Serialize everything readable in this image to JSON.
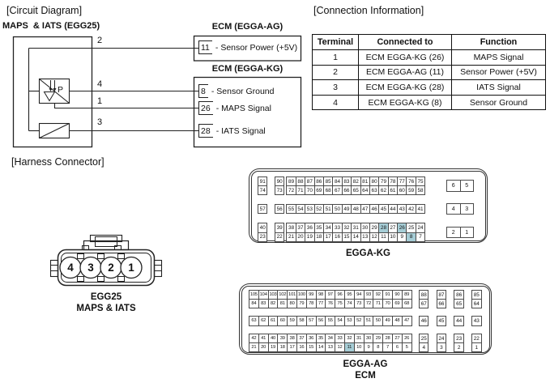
{
  "sections": {
    "circuit_diagram_label": "[Circuit Diagram]",
    "connection_info_label": "[Connection Information]",
    "harness_connector_label": "[Harness Connector]"
  },
  "circuit": {
    "component_title": "MAPS  & IATS (EGG25)",
    "sensor_symbol_letter": "P",
    "wire_labels": [
      "2",
      "4",
      "1",
      "3"
    ],
    "ecm_ag": {
      "title": "ECM (EGGA-AG)",
      "pins": [
        {
          "num": "11",
          "desc": "- Sensor Power (+5V)"
        }
      ]
    },
    "ecm_kg": {
      "title": "ECM (EGGA-KG)",
      "pins": [
        {
          "num": "8",
          "desc": "- Sensor Ground"
        },
        {
          "num": "26",
          "desc": "- MAPS Signal"
        },
        {
          "num": "28",
          "desc": "- IATS Signal"
        }
      ]
    }
  },
  "connection_table": {
    "headers": [
      "Terminal",
      "Connected to",
      "Function"
    ],
    "rows": [
      [
        "1",
        "ECM EGGA-KG (26)",
        "MAPS Signal"
      ],
      [
        "2",
        "ECM EGGA-AG (11)",
        "Sensor Power (+5V)"
      ],
      [
        "3",
        "ECM EGGA-KG (28)",
        "IATS Signal"
      ],
      [
        "4",
        "ECM EGGA-KG (8)",
        "Sensor Ground"
      ]
    ]
  },
  "egg25": {
    "name": "EGG25",
    "subtitle": "MAPS & IATS",
    "pins": [
      "4",
      "3",
      "2",
      "1"
    ]
  },
  "egga_kg": {
    "label": "EGGA-KG",
    "highlight_color": "#a6cdd6",
    "highlighted": [
      "28",
      "26",
      "8"
    ],
    "groups": [
      {
        "singles": [
          [
            "91",
            "74"
          ],
          [
            "90",
            "73"
          ]
        ],
        "block": [
          [
            "89",
            "88",
            "87",
            "86",
            "85",
            "84",
            "83",
            "82",
            "81",
            "80",
            "79",
            "78",
            "77",
            "76",
            "75"
          ],
          [
            "72",
            "71",
            "70",
            "69",
            "68",
            "67",
            "66",
            "65",
            "64",
            "63",
            "62",
            "61",
            "60",
            "59",
            "58"
          ]
        ],
        "right": [
          [
            "6",
            "5"
          ]
        ]
      },
      {
        "singles": [
          [
            "57"
          ],
          [
            "56"
          ]
        ],
        "block": [
          [
            "55",
            "54",
            "53",
            "52",
            "51",
            "50",
            "49",
            "48",
            "47",
            "46",
            "45",
            "44",
            "43",
            "42",
            "41"
          ]
        ],
        "right": [
          [
            "4",
            "3"
          ]
        ]
      },
      {
        "singles": [
          [
            "40",
            "23"
          ],
          [
            "39",
            "22"
          ]
        ],
        "block": [
          [
            "38",
            "37",
            "36",
            "35",
            "34",
            "33",
            "32",
            "31",
            "30",
            "29",
            "28",
            "27",
            "26",
            "25",
            "24"
          ],
          [
            "21",
            "20",
            "19",
            "18",
            "17",
            "16",
            "15",
            "14",
            "13",
            "12",
            "11",
            "10",
            "9",
            "8",
            "7"
          ]
        ],
        "right": [
          [
            "2",
            "1"
          ]
        ]
      }
    ]
  },
  "egga_ag": {
    "label": "EGGA-AG",
    "sublabel": "ECM",
    "highlight_color": "#a6cdd6",
    "highlighted": [
      "11"
    ],
    "groups": [
      {
        "block": [
          [
            "105",
            "104",
            "103",
            "102",
            "101",
            "100",
            "99",
            "98",
            "97",
            "96",
            "95",
            "94",
            "93",
            "92",
            "91",
            "90",
            "89"
          ],
          [
            "84",
            "83",
            "82",
            "81",
            "80",
            "79",
            "78",
            "77",
            "76",
            "75",
            "74",
            "73",
            "72",
            "71",
            "70",
            "69",
            "68"
          ]
        ],
        "singles": [
          [
            "88",
            "67"
          ],
          [
            "87",
            "66"
          ],
          [
            "86",
            "65"
          ],
          [
            "85",
            "64"
          ]
        ]
      },
      {
        "block": [
          [
            "63",
            "62",
            "61",
            "60",
            "59",
            "58",
            "57",
            "56",
            "55",
            "54",
            "53",
            "52",
            "51",
            "50",
            "49",
            "48",
            "47"
          ]
        ],
        "singles": [
          [
            "46"
          ],
          [
            "45"
          ],
          [
            "44"
          ],
          [
            "43"
          ]
        ]
      },
      {
        "block": [
          [
            "42",
            "41",
            "40",
            "39",
            "38",
            "37",
            "36",
            "35",
            "34",
            "33",
            "32",
            "31",
            "30",
            "29",
            "28",
            "27",
            "26"
          ],
          [
            "21",
            "20",
            "19",
            "18",
            "17",
            "16",
            "15",
            "14",
            "13",
            "12",
            "11",
            "10",
            "9",
            "8",
            "7",
            "6",
            "5"
          ]
        ],
        "singles": [
          [
            "25",
            "4"
          ],
          [
            "24",
            "3"
          ],
          [
            "23",
            "2"
          ],
          [
            "22",
            "1"
          ]
        ]
      }
    ]
  }
}
